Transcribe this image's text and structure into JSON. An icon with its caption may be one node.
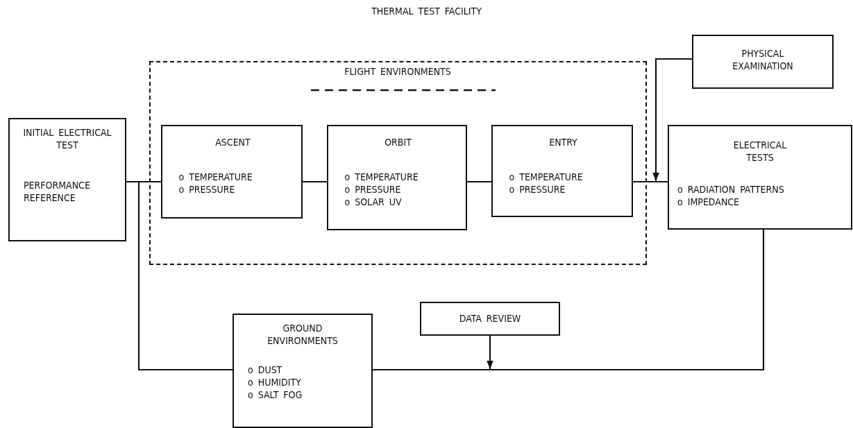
{
  "diagram": {
    "title": "THERMAL TEST FACILITY",
    "nodes": [
      {
        "text": [
          "FLIGHT ENVIRONMENTS"
        ]
      },
      {
        "text": [
          "ASCENT",
          "o TEMPERATURE",
          "o PRESSURE"
        ],
        "in": 0
      },
      {
        "text": [
          "ORBIT",
          "o TEMPERATURE",
          "o PRESSURE",
          "o SOLAR UV"
        ],
        "in": 0
      },
      {
        "text": [
          "ENTRY",
          "o TEMPERATURE",
          "o PRESSURE"
        ],
        "in": 0
      },
      {
        "text": [
          "INITIAL ELECTRICAL TEST",
          "PERFORMANCE REFERENCE"
        ]
      },
      {
        "text": [
          "PHYSICAL EXAMINATION"
        ]
      },
      {
        "text": [
          "ELECTRICAL TESTS",
          "o RADIATION PATTERNS",
          "o IMPEDANCE"
        ]
      },
      {
        "text": [
          "GROUND ENVIRONMENTS",
          "o DUST",
          "o HUMIDITY",
          "o SALT FOG"
        ]
      },
      {
        "text": [
          "DATA REVIEW"
        ]
      }
    ],
    "edges": [
      {
        "from": 4,
        "to": 1,
        "arrow": "none"
      },
      {
        "from": 1,
        "to": 2,
        "arrow": "none"
      },
      {
        "from": 2,
        "to": 3,
        "arrow": "none"
      },
      {
        "from": 3,
        "to": 6,
        "arrow": "none"
      },
      {
        "from": 5,
        "to": 6,
        "arrow": "to"
      },
      {
        "from": 4,
        "to": 7,
        "arrow": "none"
      },
      {
        "from": 7,
        "to": 6,
        "arrow": "none"
      },
      {
        "from": 8,
        "to": null,
        "arrow": "to"
      }
    ]
  }
}
